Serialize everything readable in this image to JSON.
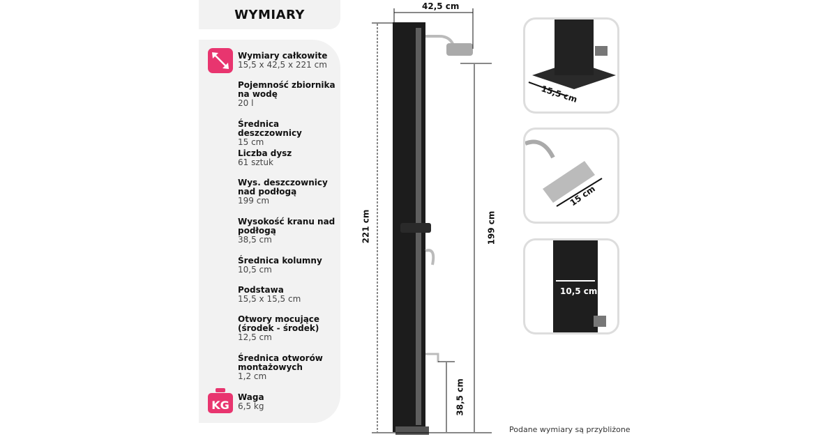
{
  "header": {
    "title": "WYMIARY"
  },
  "specs": [
    {
      "title": "Wymiary całkowite",
      "value": "15,5 x 42,5 x 221 cm"
    },
    {
      "title": "Pojemność zbiornika na wodę",
      "value": "20 l"
    },
    {
      "title": "Średnica deszczownicy",
      "value": "15 cm"
    },
    {
      "title": "Liczba dysz",
      "value": "61 sztuk"
    },
    {
      "title": "Wys. deszczownicy nad podłogą",
      "value": "199 cm"
    },
    {
      "title": "Wysokość kranu nad podłogą",
      "value": "38,5 cm"
    },
    {
      "title": "Średnica kolumny",
      "value": "10,5 cm"
    },
    {
      "title": "Podstawa",
      "value": "15,5 x 15,5 cm"
    },
    {
      "title": "Otwory mocujące (środek  - środek)",
      "value": "12,5 cm"
    },
    {
      "title": "Średnica otworów montażowych",
      "value": "1,2 cm"
    },
    {
      "title": "Waga",
      "value": "6,5 kg"
    }
  ],
  "weight_icon_text": "KG",
  "dimensions": {
    "width": "42,5 cm",
    "height": "221 cm",
    "shower_height": "199 cm",
    "tap_height": "38,5 cm",
    "base": "15,5 cm",
    "head": "15 cm",
    "column": "10,5 cm"
  },
  "footnote": "Podane wymiary są przybliżone",
  "colors": {
    "accent": "#e8356f",
    "panel": "#f2f2f2"
  }
}
